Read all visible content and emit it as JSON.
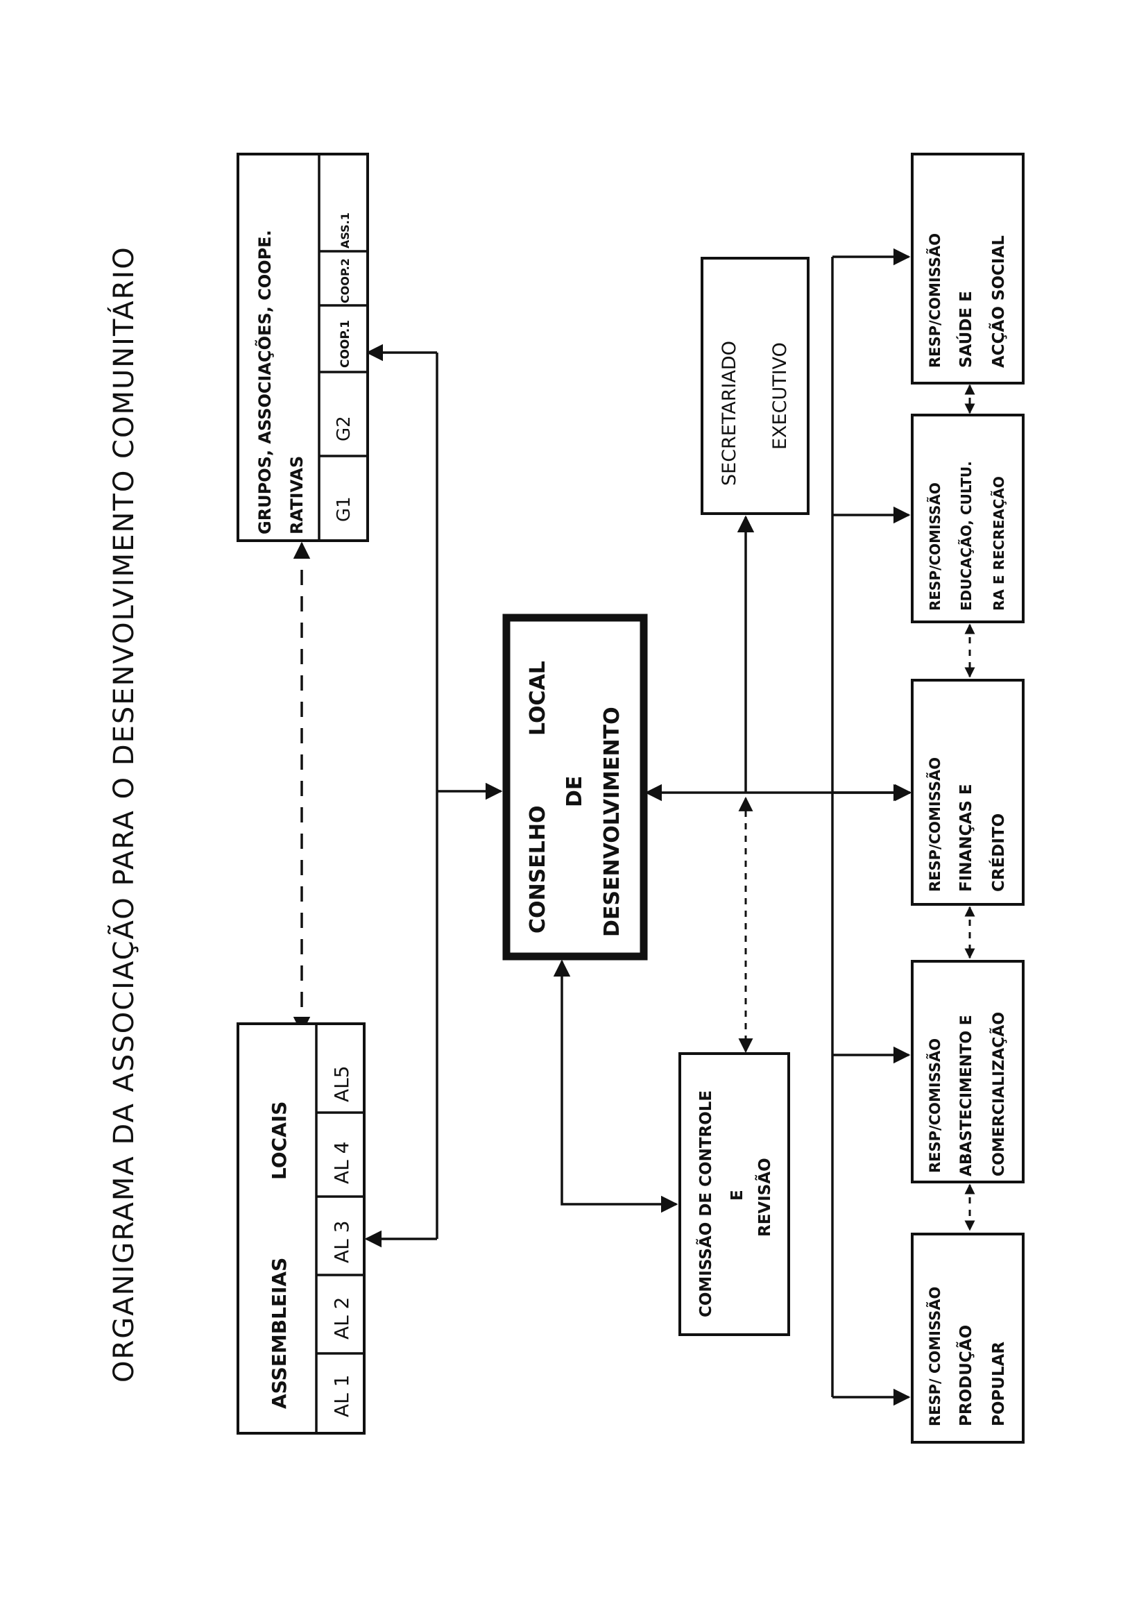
{
  "title": "ORGANIGRAMA   DA   ASSOCIAÇÃO  PARA  O DESENVOLVIMENTO   COMUNITÁRIO",
  "nodes": {
    "assembleias": {
      "line1a": "ASSEMBLEIAS",
      "line1b": "LOCAIS",
      "cells": [
        "AL 1",
        "AL 2",
        "AL 3",
        "AL 4",
        "AL5"
      ]
    },
    "grupos": {
      "line1": "GRUPOS, ASSOCIAÇÕES, COOPE.",
      "line2": "RATIVAS",
      "cells": [
        "G1",
        "G2",
        "COOP.1",
        "COOP.2",
        "ASS.1"
      ]
    },
    "conselho": {
      "line1a": "CONSELHO",
      "line1b": "LOCAL",
      "line2": "DE",
      "line3": "DESENVOLVIMENTO"
    },
    "secretariado": {
      "line1": "SECRETARIADO",
      "line2": "EXECUTIVO"
    },
    "comissao_controle": {
      "line1": "COMISSÃO DE CONTROLE",
      "line2": "E",
      "line3": "REVISÃO"
    },
    "resp_producao": {
      "line1": "RESP/ COMISSÃO",
      "line2": "PRODUÇÃO",
      "line3": "POPULAR"
    },
    "resp_abastecimento": {
      "line1": "RESP/COMISSÃO",
      "line2": "ABASTECIMENTO E",
      "line3": "COMERCIALIZAÇÃO"
    },
    "resp_financas": {
      "line1": "RESP/COMISSÃO",
      "line2": "FINANÇAS  E",
      "line3": "CRÉDITO"
    },
    "resp_educacao": {
      "line1": "RESP/COMISSÃO",
      "line2": "EDUCAÇÃO, CULTU.",
      "line3": "RA E RECREAÇÃO"
    },
    "resp_saude": {
      "line1": "RESP/COMISSÃO",
      "line2": "SAÚDE   E",
      "line3": "ACÇÃO SOCIAL"
    }
  }
}
